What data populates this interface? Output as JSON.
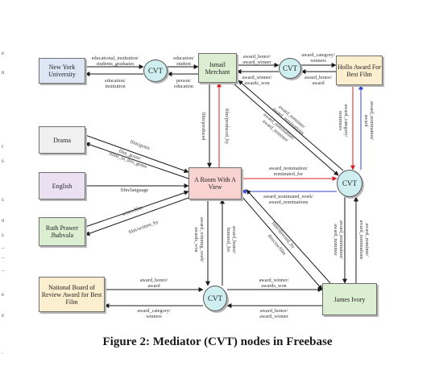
{
  "nodes": {
    "new_york_university": "New York University",
    "ismail_merchant": "Ismail Merchant",
    "hollo_award": "Hollo Award For Best Film",
    "drama": "Drama",
    "english": "English",
    "ruth_prawer_jhabvala": "Ruth Prawer Jhabvala",
    "a_room_with_a_view": "A Room With A View",
    "national_board_of_review": "National Board of Review Award for Best Film",
    "james_ivory": "James Ivory",
    "cvt": "CVT"
  },
  "edges": {
    "nyu_cvt_top": "educational_institution/ students_graduates",
    "nyu_cvt_bottom": "education/ institution",
    "cvt_ismail_top": "education/ student",
    "cvt_ismail_bottom": "person/ education",
    "ismail_cvt_top": "award_honor/ award_winner",
    "ismail_cvt_bottom": "award_winner/ awards_won",
    "cvt_hollo_top": "award_category/ winners",
    "cvt_hollo_bottom": "award_honor/ award",
    "ismail_film_produced": "film/produced",
    "ismail_film_produced_by": "film/produced_by",
    "ismail_right_nom_1": "award_nominee/ award_nominations",
    "ismail_right_nom_2": "award_nomination/ award_nominee",
    "hollo_nom_1": "award_category/ nominees",
    "hollo_nom_2": "award_nomination/ award",
    "drama_genre": "film/genre",
    "drama_films_in_genre": "film_genre/ films_in_this_genre",
    "english_language": "film/language",
    "ruth_writer": "writer/film",
    "ruth_written_by": "film/written_by",
    "room_nominated_for": "award_nomination/ nominated_for",
    "room_award_nominated_work": "award_nominated_work/ award_nominations",
    "room_award_winning_work": "award_winning_work/ awards_won",
    "room_award_honor_honored_for": "award_honor/ honored_for",
    "room_directed_by": "film/directed_by",
    "room_director_film": "director/film",
    "james_nom_1": "award_nomination/ award_nominee",
    "james_nom_2": "award_nominee/ award_nominations",
    "nbr_cvt_top": "award_honor/ award",
    "nbr_cvt_bottom": "award_category/ winners",
    "cvt_james_top": "award_winner/ awards_won",
    "cvt_james_bottom": "award_honor/ award_winner"
  },
  "caption": "Figure 2: Mediator (CVT) nodes in Freebase",
  "margin_text": [
    "e",
    "n",
    "r",
    "s",
    "s",
    "n",
    "s",
    "–",
    "–",
    "–",
    "e",
    "e",
    "."
  ],
  "colors": {
    "edge_black": "#1a1a1a",
    "edge_red": "#d42020",
    "edge_blue": "#3344cc",
    "nyu_fill": "#dde6f4",
    "ismail_fill": "#dbeed2",
    "hollo_fill": "#fcefcf",
    "drama_fill": "#f0f0f0",
    "english_fill": "#ebe1f2",
    "ruth_fill": "#dbeed2",
    "room_fill": "#f9d3d0",
    "nbr_fill": "#fcefcf",
    "james_fill": "#dbeed2",
    "cvt_fill": "#cfeef0"
  }
}
